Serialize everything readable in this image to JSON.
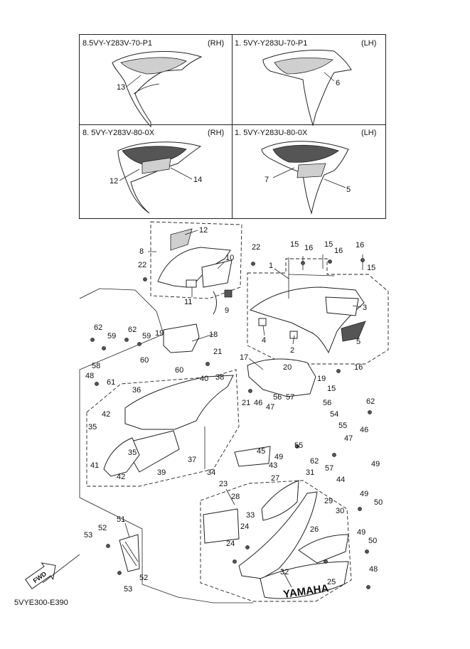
{
  "variants": [
    {
      "code": "8.5VY-Y283V-70-P1",
      "side": "(RH)",
      "callouts": [
        "13"
      ]
    },
    {
      "code": "1. 5VY-Y283U-70-P1",
      "side": "(LH)",
      "callouts": [
        "6"
      ]
    },
    {
      "code": "8. 5VY-Y283V-80-0X",
      "side": "(RH)",
      "callouts": [
        "12",
        "14"
      ]
    },
    {
      "code": "1. 5VY-Y283U-80-0X",
      "side": "(LH)",
      "callouts": [
        "7",
        "5"
      ]
    }
  ],
  "callouts": {
    "c1": "1",
    "c2": "2",
    "c3": "3",
    "c4": "4",
    "c5": "5",
    "c8": "8",
    "c9": "9",
    "c10": "10",
    "c11": "11",
    "c12": "12",
    "c15a": "15",
    "c15b": "15",
    "c15c": "15",
    "c15d": "15",
    "c16a": "16",
    "c16b": "16",
    "c16c": "16",
    "c16d": "16",
    "c17": "17",
    "c18": "18",
    "c19a": "19",
    "c19b": "19",
    "c20": "20",
    "c21a": "21",
    "c21b": "21",
    "c22a": "22",
    "c22b": "22",
    "c23": "23",
    "c24a": "24",
    "c24b": "24",
    "c25": "25",
    "c26": "26",
    "c27": "27",
    "c28": "28",
    "c29": "29",
    "c30": "30",
    "c31": "31",
    "c32": "32",
    "c33": "33",
    "c34": "34",
    "c35a": "35",
    "c35b": "35",
    "c36": "36",
    "c37": "37",
    "c38": "38",
    "c39": "39",
    "c40": "40",
    "c41": "41",
    "c42a": "42",
    "c42b": "42",
    "c43": "43",
    "c44": "44",
    "c45": "45",
    "c46a": "46",
    "c46b": "46",
    "c47a": "47",
    "c47b": "47",
    "c48a": "48",
    "c48b": "48",
    "c49a": "49",
    "c49b": "49",
    "c49c": "49",
    "c49d": "49",
    "c50a": "50",
    "c50b": "50",
    "c51": "51",
    "c52a": "52",
    "c52b": "52",
    "c53a": "53",
    "c53b": "53",
    "c54": "54",
    "c55a": "55",
    "c55b": "55",
    "c56a": "56",
    "c56b": "56",
    "c57a": "57",
    "c57b": "57",
    "c58": "58",
    "c59a": "59",
    "c59b": "59",
    "c60a": "60",
    "c60b": "60",
    "c61": "61",
    "c62a": "62",
    "c62b": "62",
    "c62c": "62",
    "c62d": "62"
  },
  "decal_text": {
    "yamaha": "YAMAHA",
    "fwd": "FWD"
  },
  "diagram_code": "5VYE300-E390",
  "icons": [
    "fwd-arrow-icon"
  ]
}
